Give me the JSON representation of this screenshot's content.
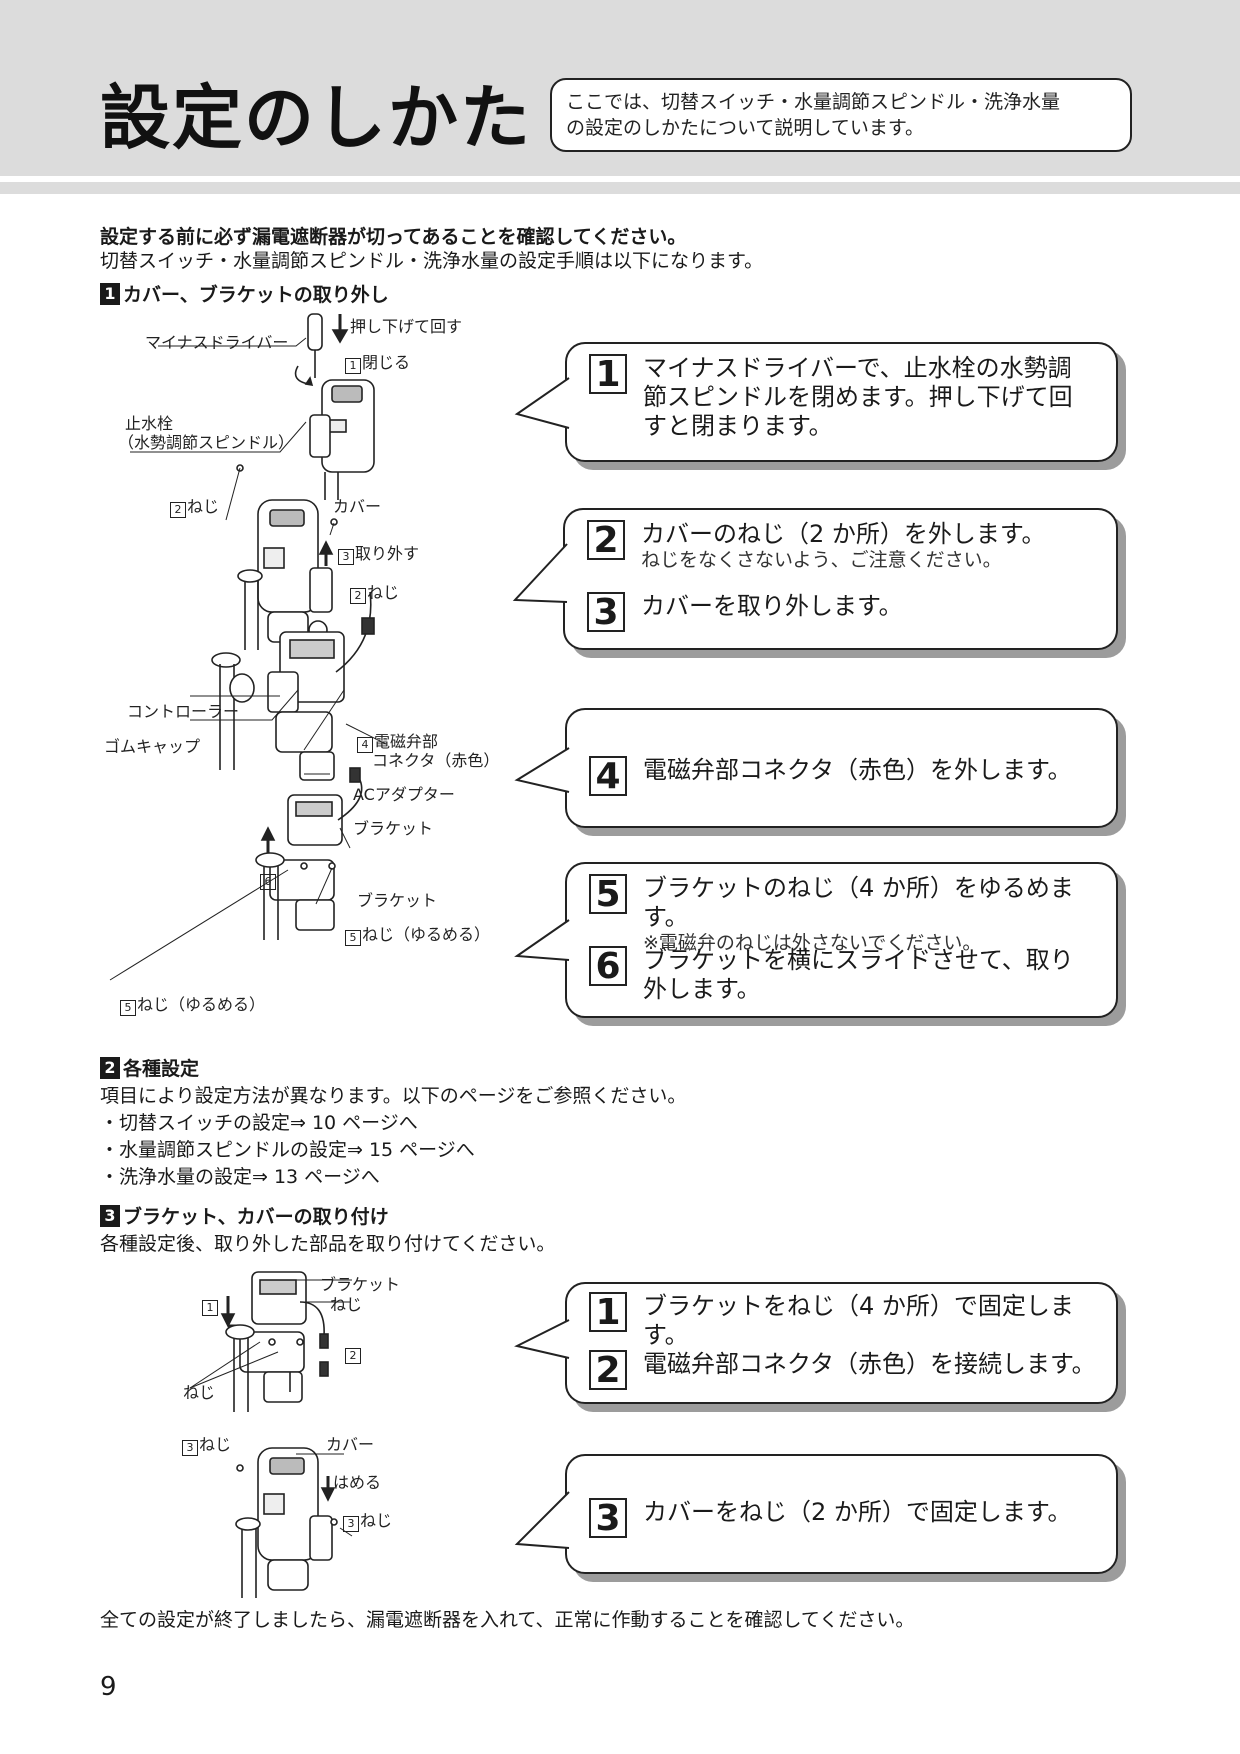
{
  "header": {
    "title": "設定のしかた",
    "intro_line1": "ここでは、切替スイッチ・水量調節スピンドル・洗浄水量",
    "intro_line2": "の設定のしかたについて説明しています。"
  },
  "lead": {
    "warning": "設定する前に必ず漏電遮断器が切ってあることを確認してください。",
    "text": "切替スイッチ・水量調節スピンドル・洗浄水量の設定手順は以下になります。"
  },
  "section1": {
    "num": "1",
    "title": "カバー、ブラケットの取り外し",
    "steps": [
      {
        "num": "1",
        "lines": [
          "マイナスドライバーで、止水栓の水勢調",
          "節スピンドルを閉めます。押し下げて回",
          "すと閉まります。"
        ]
      },
      {
        "num": "2",
        "text": "カバーのねじ（2 か所）を外します。",
        "sub": "ねじをなくさないよう、ご注意ください。"
      },
      {
        "num": "3",
        "text": "カバーを取り外します。"
      },
      {
        "num": "4",
        "text": "電磁弁部コネクタ（赤色）を外します。"
      },
      {
        "num": "5",
        "text": "ブラケットのねじ（4 か所）をゆるめます。",
        "sub": "※電磁弁のねじは外さないでください。"
      },
      {
        "num": "6",
        "lines": [
          "ブラケットを横にスライドさせて、取り",
          "外します。"
        ]
      }
    ],
    "labels": {
      "driver": "マイナスドライバー",
      "push": "押し下げて回す",
      "close_num": "1",
      "close": "閉じる",
      "valve1": "止水栓",
      "valve2": "（水勢調節スピンドル）",
      "screw_num": "2",
      "screw": "ねじ",
      "cover": "カバー",
      "remove_num": "3",
      "remove": "取り外す",
      "controller": "コントローラー",
      "rubber_cap": "ゴムキャップ",
      "connector_num": "4",
      "connector1": "電磁弁部",
      "connector2": "コネクタ（赤色）",
      "ac_adapter": "ACアダプター",
      "bracket": "ブラケット",
      "slide_num": "6",
      "loosen_num": "5",
      "loosen": "ねじ（ゆるめる）"
    }
  },
  "section2": {
    "num": "2",
    "title": "各種設定",
    "text": "項目により設定方法が異なります。以下のページをご参照ください。",
    "items": [
      "・切替スイッチの設定⇒ 10 ページへ",
      "・水量調節スピンドルの設定⇒ 15 ページへ",
      "・洗浄水量の設定⇒ 13 ページへ"
    ]
  },
  "section3": {
    "num": "3",
    "title": "ブラケット、カバーの取り付け",
    "text": "各種設定後、取り外した部品を取り付けてください。",
    "steps": [
      {
        "num": "1",
        "text": "ブラケットをねじ（4 か所）で固定します。"
      },
      {
        "num": "2",
        "text": "電磁弁部コネクタ（赤色）を接続します。"
      },
      {
        "num": "3",
        "text": "カバーをねじ（2 か所）で固定します。"
      }
    ],
    "labels": {
      "n1": "1",
      "n2": "2",
      "n3": "3",
      "bracket": "ブラケット",
      "screw": "ねじ",
      "cover": "カバー",
      "fit": "はめる"
    }
  },
  "footer": {
    "note": "全ての設定が終了しましたら、漏電遮断器を入れて、正常に作動することを確認してください。",
    "page_number": "9"
  }
}
